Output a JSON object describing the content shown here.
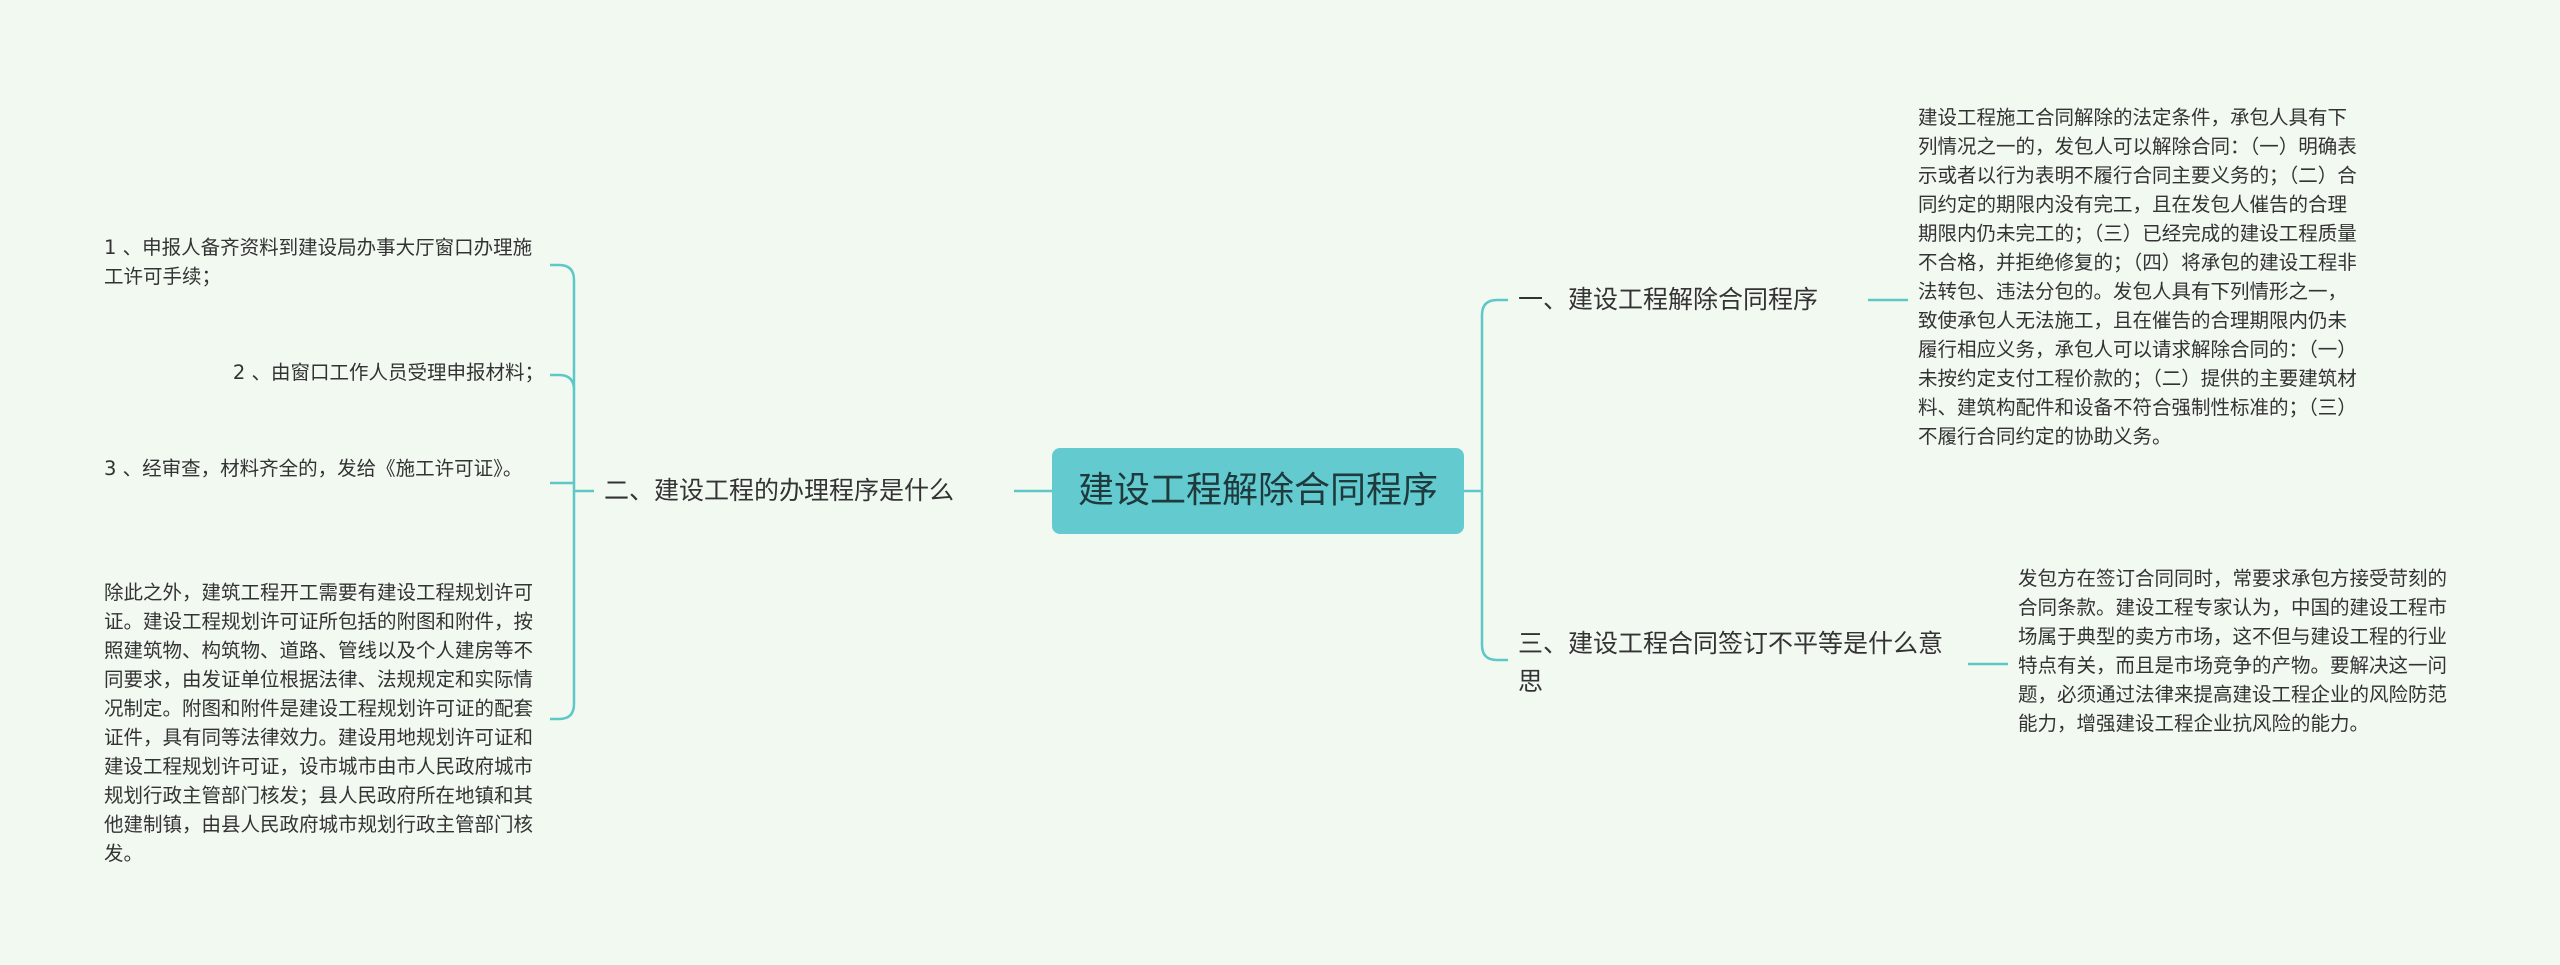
{
  "root": {
    "title": "建设工程解除合同程序"
  },
  "branches": [
    {
      "label": "一、建设工程解除合同程序",
      "leaves": [
        "建设工程施工合同解除的法定条件，承包人具有下列情况之一的，发包人可以解除合同：（一）明确表示或者以行为表明不履行合同主要义务的；（二）合同约定的期限内没有完工，且在发包人催告的合理期限内仍未完工的；（三）已经完成的建设工程质量不合格，并拒绝修复的；（四）将承包的建设工程非法转包、违法分包的。发包人具有下列情形之一，致使承包人无法施工，且在催告的合理期限内仍未履行相应义务，承包人可以请求解除合同的：（一）未按约定支付工程价款的；（二）提供的主要建筑材料、建筑构配件和设备不符合强制性标准的；（三）不履行合同约定的协助义务。"
      ]
    },
    {
      "label": "二、建设工程的办理程序是什么",
      "leaves": [
        "1 、申报人备齐资料到建设局办事大厅窗口办理施工许可手续；",
        "2 、由窗口工作人员受理申报材料；",
        "3 、经审查，材料齐全的，发给《施工许可证》。",
        "除此之外，建筑工程开工需要有建设工程规划许可证。建设工程规划许可证所包括的附图和附件，按照建筑物、构筑物、道路、管线以及个人建房等不同要求，由发证单位根据法律、法规规定和实际情况制定。附图和附件是建设工程规划许可证的配套证件，具有同等法律效力。建设用地规划许可证和建设工程规划许可证，设市城市由市人民政府城市规划行政主管部门核发；县人民政府所在地镇和其他建制镇，由县人民政府城市规划行政主管部门核发。"
      ]
    },
    {
      "label": "三、建设工程合同签订不平等是什么意思",
      "leaves": [
        "发包方在签订合同同时，常要求承包方接受苛刻的合同条款。建设工程专家认为，中国的建设工程市场属于典型的卖方市场，这不但与建设工程的行业特点有关，而且是市场竞争的产物。要解决这一问题，必须通过法律来提高建设工程企业的风险防范能力，增强建设工程企业抗风险的能力。"
      ]
    }
  ]
}
